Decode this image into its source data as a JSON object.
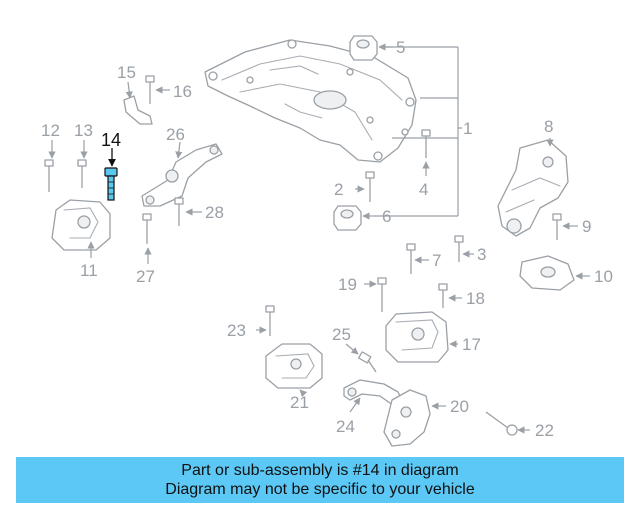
{
  "callouts": [
    "1",
    "2",
    "3",
    "4",
    "5",
    "6",
    "7",
    "8",
    "9",
    "10",
    "11",
    "12",
    "13",
    "14",
    "15",
    "16",
    "17",
    "18",
    "19",
    "20",
    "21",
    "22",
    "23",
    "24",
    "25",
    "26",
    "27",
    "28"
  ],
  "highlight": {
    "part": "14",
    "color": "#5bc8f5"
  },
  "caption": {
    "line1": "Part or sub-assembly is #14 in diagram",
    "line2": "Diagram may not be specific to your vehicle",
    "background": "#5bc8f5"
  }
}
